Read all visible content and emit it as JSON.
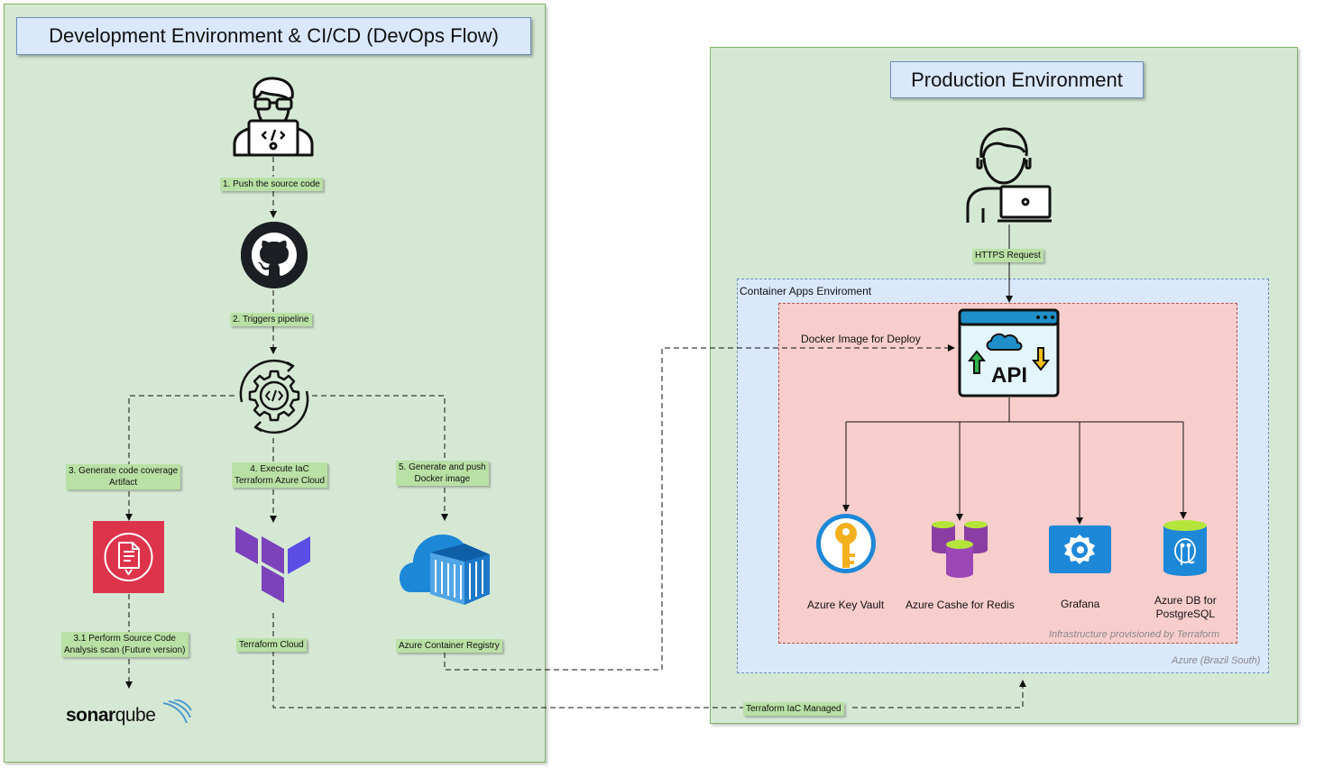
{
  "dev": {
    "title": "Development Environment & CI/CD (DevOps Flow)",
    "steps": {
      "push": "1. Push the source code",
      "trigger": "2. Triggers pipeline",
      "coverage_1": "3. Generate code coverage",
      "coverage_2": "Artifact",
      "iac_1": "4. Execute IaC",
      "iac_2": "Terraform Azure Cloud",
      "docker_1": "5. Generate and push",
      "docker_2": "Docker image",
      "scan_1": "3.1 Perform Source Code",
      "scan_2": "Analysis scan (Future version)"
    },
    "nodes": {
      "terraform": "Terraform Cloud",
      "registry": "Azure Container Registry",
      "sonar_a": "sonar",
      "sonar_b": "qube"
    }
  },
  "prod": {
    "title": "Production Environment",
    "https": "HTTPS Request",
    "container_env": "Container Apps Enviroment",
    "docker_deploy": "Docker Image for Deploy",
    "api": "API",
    "infra_note": "Infrastructure provisioned by Terraform",
    "azure_note": "Azure (Brazil South)",
    "services": {
      "keyvault": "Azure Key Vault",
      "redis": "Azure Cashe for Redis",
      "grafana": "Grafana",
      "postgres_1": "Azure DB for",
      "postgres_2": "PostgreSQL"
    }
  },
  "terraform_managed": "Terraform IaC Managed",
  "colors": {
    "panel_green": "#d5e8d4",
    "label_green": "#b9e0a5",
    "title_blue": "#dae8fc",
    "container_blue": "#dae8fc",
    "infra_red": "#f8cecc",
    "terraform_purple": "#7b42bc",
    "sonar_red": "#dd344c",
    "azure_blue": "#1e88d8"
  },
  "icons": [
    "developer-icon",
    "github-icon",
    "pipeline-gear-icon",
    "code-coverage-artifact-icon",
    "terraform-icon",
    "container-registry-icon",
    "sonarqube-logo",
    "user-laptop-icon",
    "api-window-icon",
    "key-vault-icon",
    "redis-cache-icon",
    "grafana-icon",
    "postgresql-db-icon"
  ]
}
